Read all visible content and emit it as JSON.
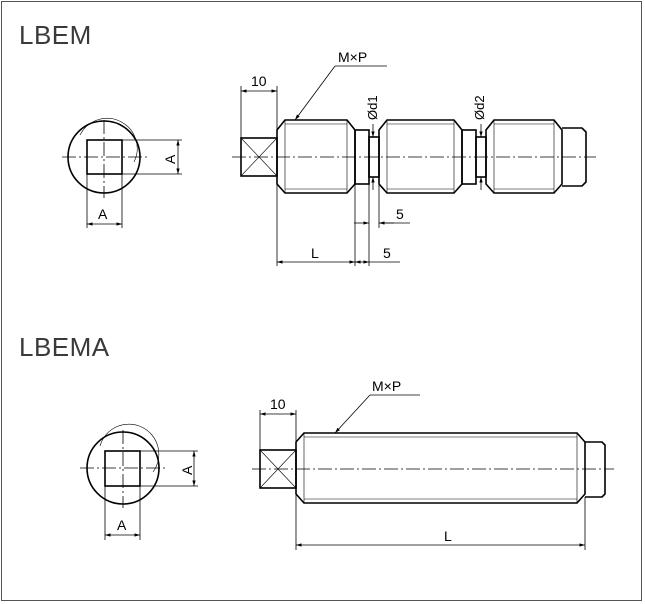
{
  "sections": [
    {
      "title": "LBEM",
      "labels": {
        "thread": "M×P",
        "d1": "Ød1",
        "d2": "Ød2",
        "len_10": "10",
        "len_5a": "5",
        "len_5b": "5",
        "len_L": "L",
        "A_vert": "A",
        "A_horiz": "A"
      }
    },
    {
      "title": "LBEMA",
      "labels": {
        "thread": "M×P",
        "len_10": "10",
        "len_L": "L",
        "A_vert": "A",
        "A_horiz": "A"
      }
    }
  ]
}
